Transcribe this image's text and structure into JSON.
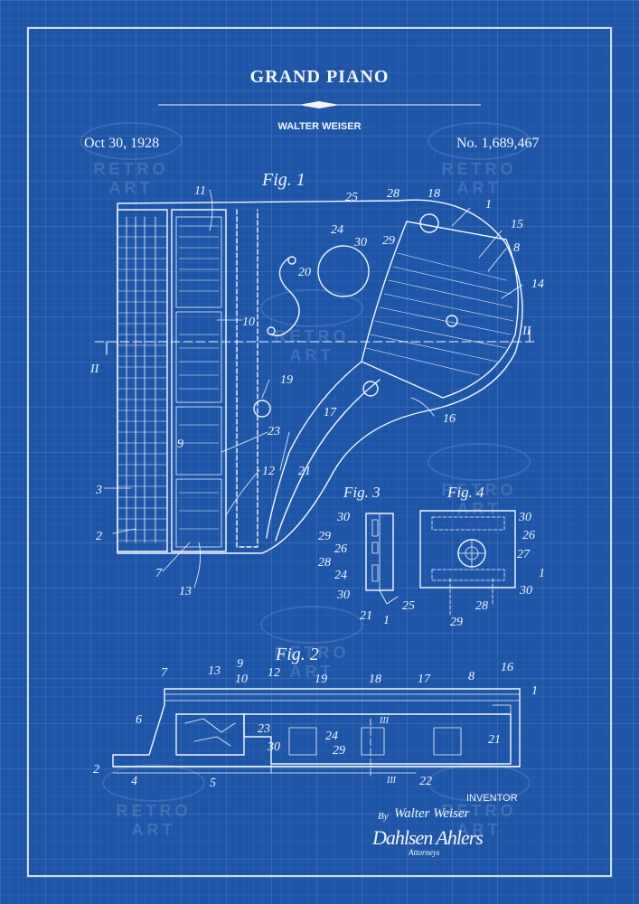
{
  "header": {
    "title": "GRAND PIANO",
    "inventor": "WALTER WEISER",
    "date": "Oct 30, 1928",
    "patent_no": "No. 1,689,467"
  },
  "watermark": {
    "text": "RETRO ART"
  },
  "figures": {
    "fig1": "Fig. 1",
    "fig2": "Fig. 2",
    "fig3": "Fig. 3",
    "fig4": "Fig. 4"
  },
  "fig1_labels": {
    "n11": "11",
    "n25": "25",
    "n28": "28",
    "n18": "18",
    "n1": "1",
    "n15": "15",
    "n24": "24",
    "n30": "30",
    "n29": "29",
    "n8": "8",
    "n14": "14",
    "n20": "20",
    "n10": "10",
    "n2a": "II",
    "n2b": "II",
    "n19": "19",
    "n16": "16",
    "n23": "23",
    "n17": "17",
    "n9": "9",
    "n12": "12",
    "n21": "21",
    "n3": "3",
    "n2": "2",
    "n7": "7",
    "n13": "13"
  },
  "fig3_labels": {
    "n30a": "30",
    "n29": "29",
    "n26": "26",
    "n28": "28",
    "n24": "24",
    "n30b": "30",
    "n25": "25",
    "n21": "21",
    "n1": "1"
  },
  "fig4_labels": {
    "n30a": "30",
    "n26": "26",
    "n27": "27",
    "n1": "1",
    "n30b": "30",
    "n28": "28",
    "n29": "29"
  },
  "fig2_labels": {
    "n7": "7",
    "n13": "13",
    "n9": "9",
    "n10": "10",
    "n12": "12",
    "n19": "19",
    "n18": "18",
    "n17": "17",
    "n8": "8",
    "n16": "16",
    "n1": "1",
    "n6": "6",
    "n23": "23",
    "n30": "30",
    "n24": "24",
    "n29": "29",
    "n3a": "III",
    "n3b": "III",
    "n21": "21",
    "n2": "2",
    "n4": "4",
    "n5": "5",
    "n22": "22"
  },
  "footer": {
    "inventor_label": "INVENTOR",
    "by": "By",
    "signature": "Walter Weiser",
    "attorney_signature": "Dahlsen Ahlers",
    "attorneys": "Attorneys"
  },
  "colors": {
    "background": "#1f55a8",
    "ink": "#f4f8ff"
  }
}
